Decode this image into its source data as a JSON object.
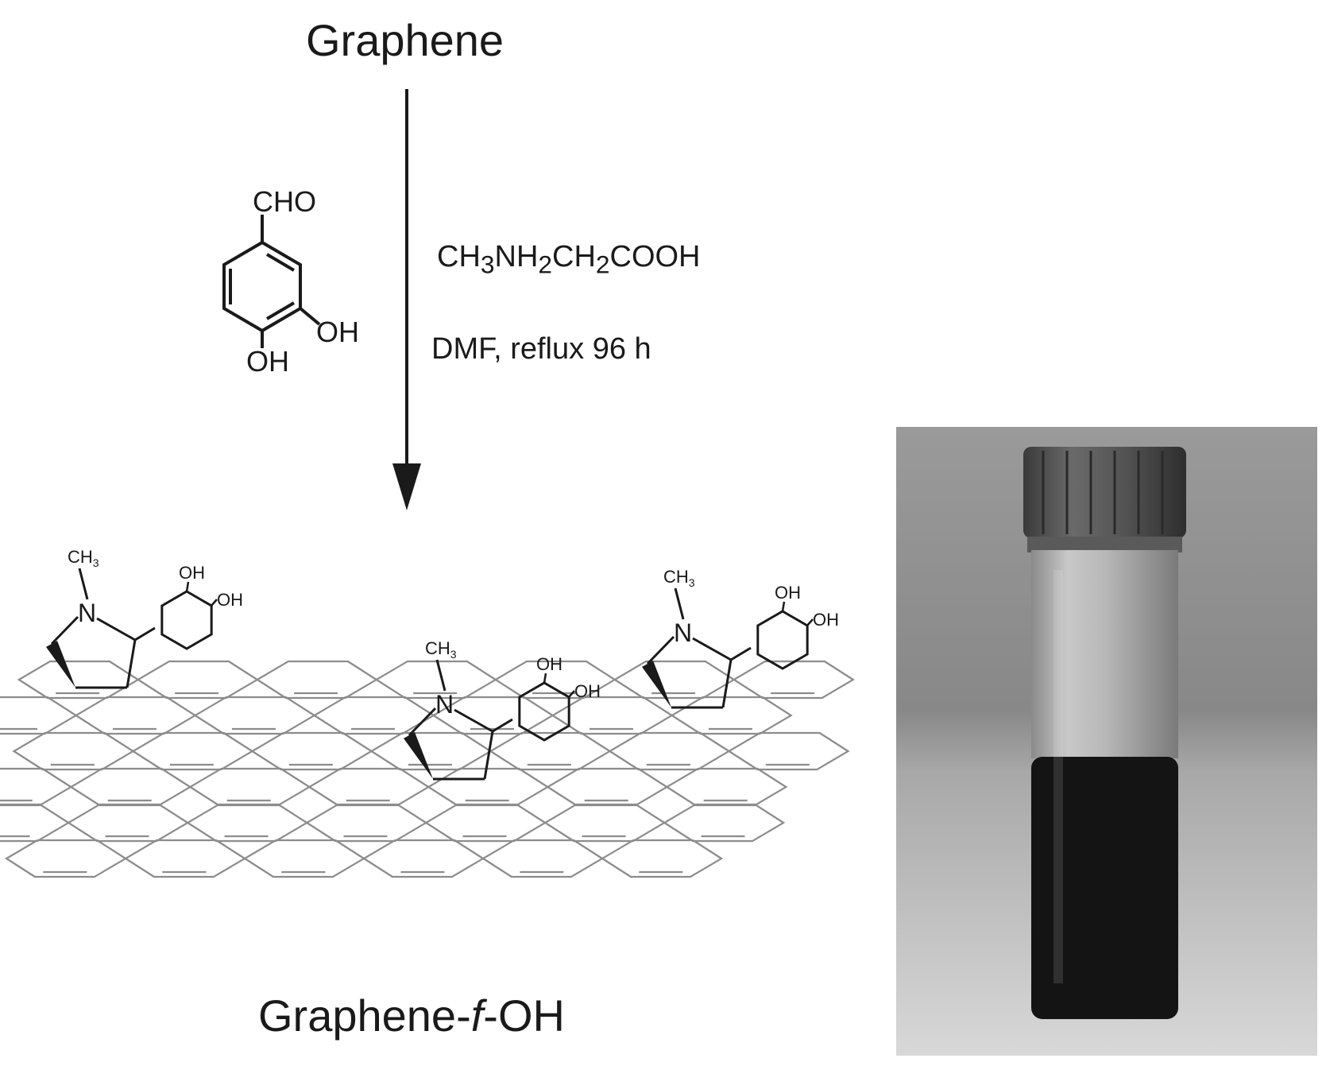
{
  "scheme": {
    "start_label": "Graphene",
    "product_label_pre": "Graphene-",
    "product_label_f": "f",
    "product_label_post": "-OH",
    "reagent": {
      "aldehyde_label": "CHO",
      "oh_meta_label": "OH",
      "oh_para_label": "OH"
    },
    "conditions": {
      "line1": {
        "a": "CH",
        "s1": "3",
        "b": "NH",
        "s2": "2",
        "c": "CH",
        "s3": "2",
        "d": "COOH"
      },
      "line2": "DMF, reflux 96 h"
    },
    "substituent_labels": {
      "methyl": "CH",
      "methyl_sub": "3",
      "nitrogen": "N",
      "hydroxyl": "OH"
    }
  },
  "photo": {
    "subject": "vial-with-dark-dispersion"
  },
  "colors": {
    "ink": "#1a1a1a",
    "lattice": "#8c8c8c",
    "photo_bg_top": "#8a8a8a",
    "photo_bg_bottom": "#cfcfcf",
    "dispersion": "#141414"
  }
}
